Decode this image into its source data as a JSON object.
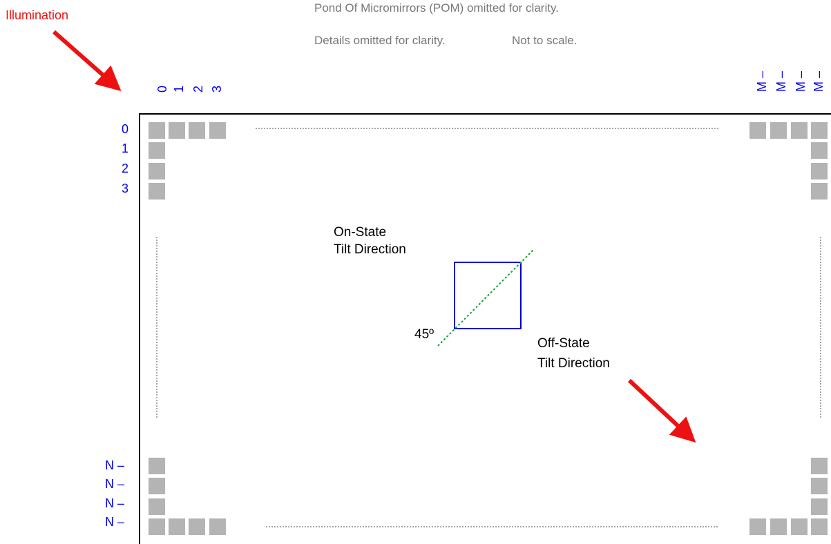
{
  "notes": {
    "line1": "Pond Of Micromirrors (POM) omitted for clarity.",
    "line2a": "Details omitted for clarity.",
    "line2b": "Not to scale."
  },
  "illumination": {
    "label": "Illumination"
  },
  "column_indices": [
    "0",
    "1",
    "2",
    "3"
  ],
  "column_indices_end": [
    "M –",
    "M –",
    "M –",
    "M –"
  ],
  "row_indices": [
    "0",
    "1",
    "2",
    "3"
  ],
  "row_indices_end": [
    "N –",
    "N –",
    "N –",
    "N –"
  ],
  "labels": {
    "on_state_line1": "On-State",
    "on_state_line2": "Tilt Direction",
    "off_state_line1": "Off-State",
    "off_state_line2": "Tilt Direction",
    "angle": "45º"
  },
  "colors": {
    "index": "#0000ee",
    "arrow": "#ee1111",
    "illumination_text": "#ee1111",
    "mirror": "#b4b4b4",
    "micromirror_outline": "#0000cc",
    "hinge_axis": "#11a53a",
    "border": "#000000",
    "dotted": "#888888"
  }
}
